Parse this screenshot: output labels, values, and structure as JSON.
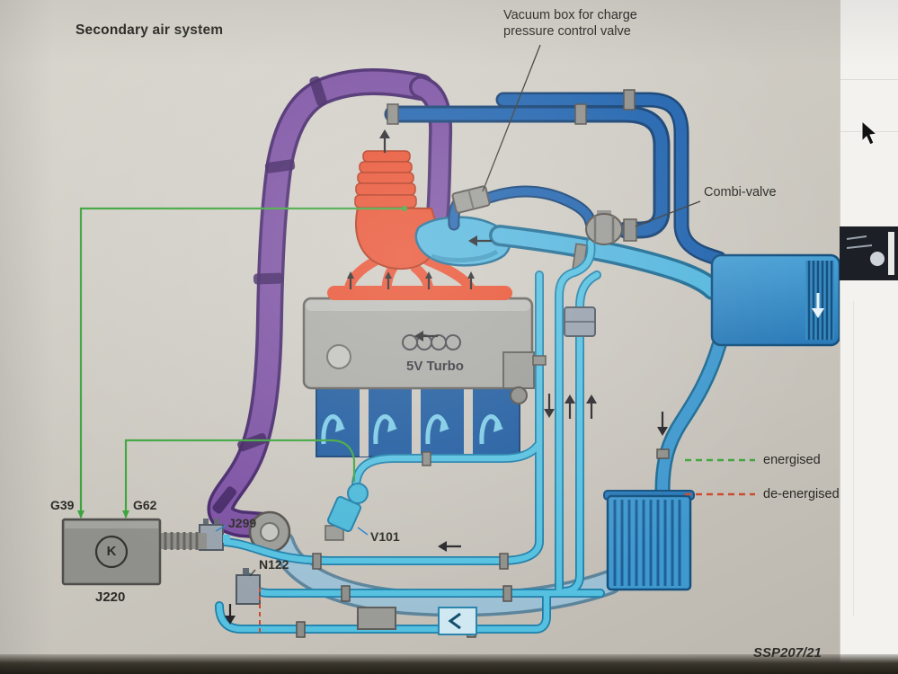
{
  "header": {
    "title": "Secondary air system"
  },
  "annotations": {
    "vacuum_box_label": "Vacuum box for charge pressure control valve",
    "combi_valve_label": "Combi-valve"
  },
  "components": {
    "g39": "G39",
    "g62": "G62",
    "j220": "J220",
    "j299": "J299",
    "n122": "N122",
    "v101": "V101",
    "ecu_symbol": "K",
    "engine_badge": "5V Turbo"
  },
  "legend": {
    "energised_label": "energised",
    "energised_color": "#3da43d",
    "de_energised_label": "de-energised",
    "de_energised_color": "#cc4a2e"
  },
  "footer": {
    "code": "SSP207/21"
  },
  "colors": {
    "intake_hose_purple": "#7b50a2",
    "pressure_pipe_blue": "#2063ae",
    "charge_air_cyan": "#54b6de",
    "exhaust_red": "#e85030",
    "engine_gray": "#a9a9a5",
    "secondary_air_teal": "#55c0e0"
  }
}
